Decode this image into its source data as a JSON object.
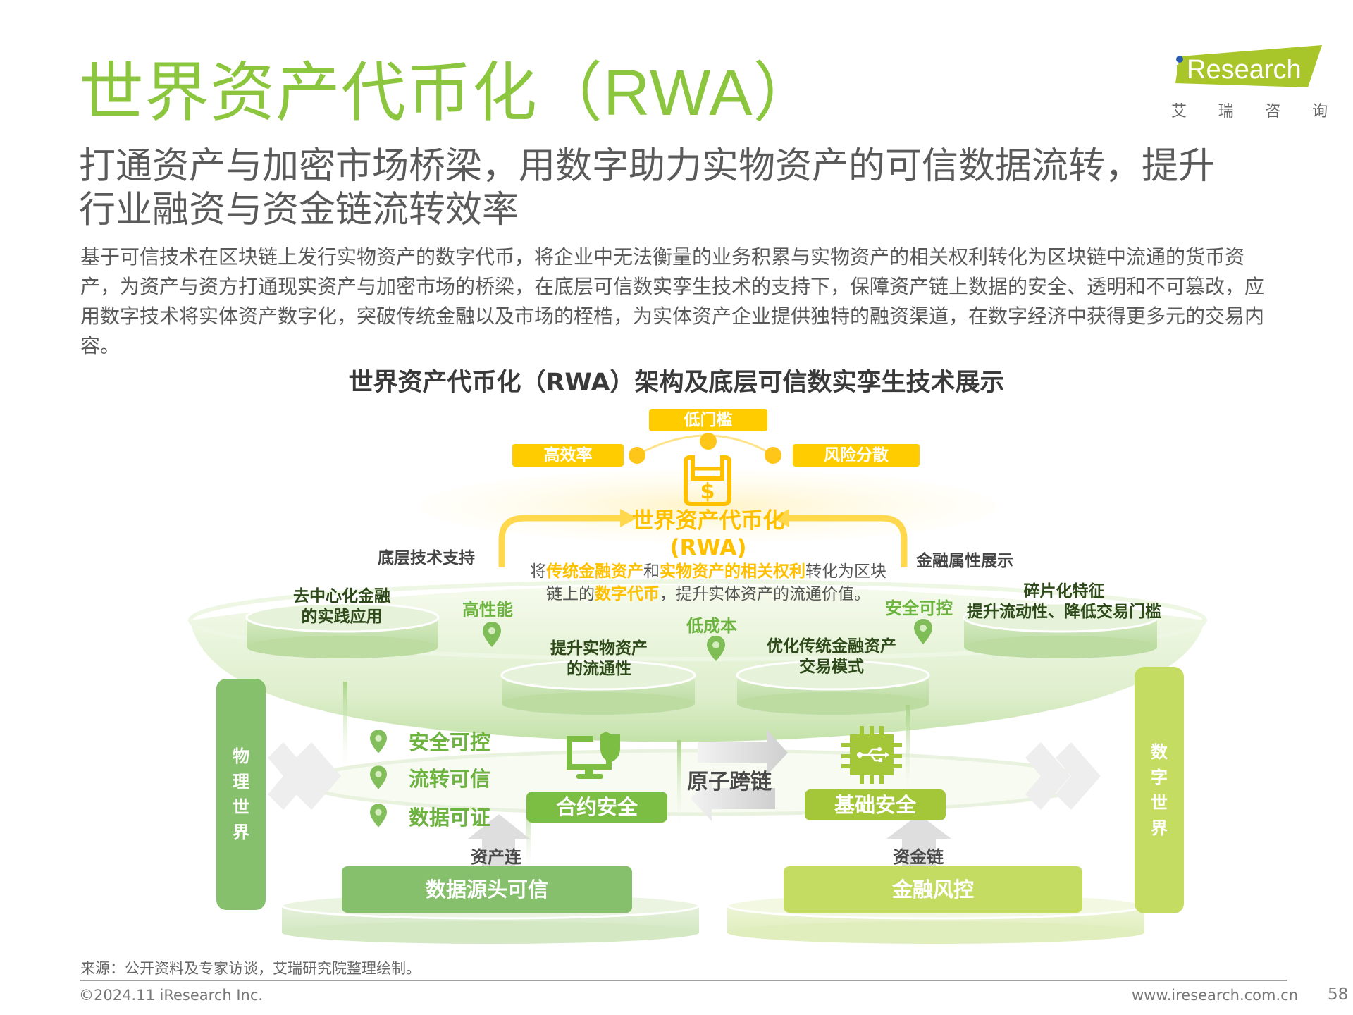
{
  "header": {
    "title": "世界资产代币化（RWA）",
    "subtitle_line1": "打通资产与加密市场桥梁，用数字助力实物资产的可信数据流转，提升",
    "subtitle_line2": "行业融资与资金链流转效率",
    "body": "基于可信技术在区块链上发行实物资产的数字代币，将企业中无法衡量的业务积累与实物资产的相关权利转化为区块链中流通的货币资产，为资产与资方打通现实资产与加密市场的桥梁，在底层可信数实孪生技术的支持下，保障资产链上数据的安全、透明和不可篡改，应用数字技术将实体资产数字化，突破传统金融以及市场的桎梏，为实体资产企业提供独特的融资渠道，在数字经济中获得更多元的交易内容。"
  },
  "logo": {
    "brand": "Research",
    "brand_i": "i",
    "cn_chars": [
      "艾",
      "瑞",
      "咨",
      "询"
    ],
    "accent": "#a8c62a",
    "dot": "#2a5db0"
  },
  "diagram": {
    "title": "世界资产代币化（RWA）架构及底层可信数实孪生技术展示",
    "top_tags": {
      "center": "低门槛",
      "left": "高效率",
      "right": "风险分散"
    },
    "center_icon": "dollar-wallet-icon",
    "center_title_line1": "世界资产代币化",
    "center_title_line2": "(RWA)",
    "center_desc": {
      "p1": "将",
      "h1": "传统金融资产",
      "p2": "和",
      "h2": "实物资产的相关权利",
      "p3": "转化为区块",
      "p4": "链上的",
      "h3": "数字代币",
      "p5": "，提升实体资产的流通价值。"
    },
    "left_arc_label": "底层技术支持",
    "right_arc_label": "金融属性展示",
    "discs": [
      {
        "line1": "去中心化金融",
        "line2": "的实践应用"
      },
      {
        "line1": "提升实物资产",
        "line2": "的流通性"
      },
      {
        "line1": "优化传统金融资产",
        "line2": "交易模式"
      },
      {
        "line1": "碎片化特征",
        "line2": "提升流动性、降低交易门槛"
      }
    ],
    "pins": [
      "高性能",
      "低成本",
      "安全可控"
    ],
    "physical_world": [
      "物",
      "理",
      "世",
      "界"
    ],
    "digital_world": [
      "数",
      "字",
      "世",
      "界"
    ],
    "bullets": [
      "安全可控",
      "流转可信",
      "数据可证"
    ],
    "contract_security": "合约安全",
    "cross_chain": "原子跨链",
    "base_security": "基础安全",
    "asset_chain": "资产连",
    "capital_chain": "资金链",
    "data_source": "数据源头可信",
    "financial_risk": "金融风控",
    "colors": {
      "yellow": "#ffcc00",
      "green_dark": "#86c06c",
      "green_light": "#c5dc63",
      "green_text": "#6cb33f"
    }
  },
  "footer": {
    "source": "来源：公开资料及专家访谈，艾瑞研究院整理绘制。",
    "copyright": "©2024.11 iResearch Inc.",
    "url": "www.iresearch.com.cn",
    "page": "58"
  }
}
